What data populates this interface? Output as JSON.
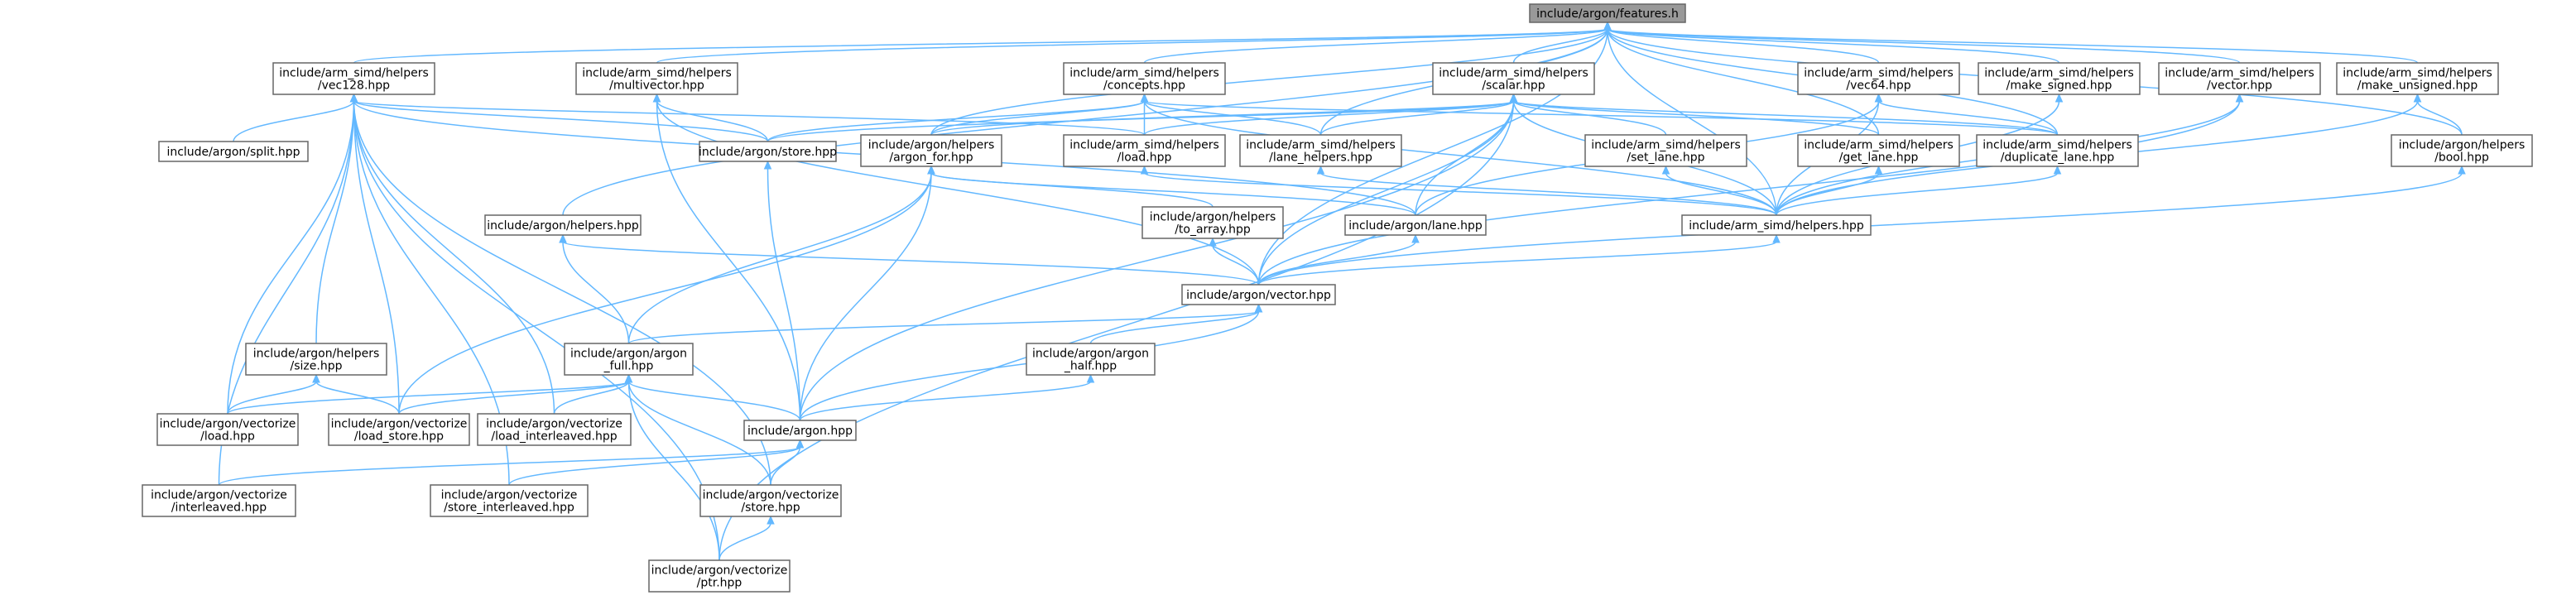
{
  "colors": {
    "edge": "#63b8ff",
    "root_fill": "#999999",
    "node_border": "#666666",
    "node_fill": "#ffffff"
  },
  "nodes": [
    {
      "id": "features",
      "lines": [
        "include/argon/features.h"
      ],
      "root": true
    },
    {
      "id": "vec128",
      "lines": [
        "include/arm_simd/helpers",
        "/vec128.hpp"
      ]
    },
    {
      "id": "multivector",
      "lines": [
        "include/arm_simd/helpers",
        "/multivector.hpp"
      ]
    },
    {
      "id": "concepts",
      "lines": [
        "include/arm_simd/helpers",
        "/concepts.hpp"
      ]
    },
    {
      "id": "scalar",
      "lines": [
        "include/arm_simd/helpers",
        "/scalar.hpp"
      ]
    },
    {
      "id": "vec64",
      "lines": [
        "include/arm_simd/helpers",
        "/vec64.hpp"
      ]
    },
    {
      "id": "make_signed",
      "lines": [
        "include/arm_simd/helpers",
        "/make_signed.hpp"
      ]
    },
    {
      "id": "vector_h",
      "lines": [
        "include/arm_simd/helpers",
        "/vector.hpp"
      ]
    },
    {
      "id": "make_unsigned",
      "lines": [
        "include/arm_simd/helpers",
        "/make_unsigned.hpp"
      ]
    },
    {
      "id": "split",
      "lines": [
        "include/argon/split.hpp"
      ]
    },
    {
      "id": "store",
      "lines": [
        "include/argon/store.hpp"
      ]
    },
    {
      "id": "argon_for",
      "lines": [
        "include/argon/helpers",
        "/argon_for.hpp"
      ]
    },
    {
      "id": "load_h",
      "lines": [
        "include/arm_simd/helpers",
        "/load.hpp"
      ]
    },
    {
      "id": "lane_helpers",
      "lines": [
        "include/arm_simd/helpers",
        "/lane_helpers.hpp"
      ]
    },
    {
      "id": "set_lane",
      "lines": [
        "include/arm_simd/helpers",
        "/set_lane.hpp"
      ]
    },
    {
      "id": "get_lane",
      "lines": [
        "include/arm_simd/helpers",
        "/get_lane.hpp"
      ]
    },
    {
      "id": "duplicate_lane",
      "lines": [
        "include/arm_simd/helpers",
        "/duplicate_lane.hpp"
      ]
    },
    {
      "id": "bool_h",
      "lines": [
        "include/argon/helpers",
        "/bool.hpp"
      ]
    },
    {
      "id": "helpers_hpp",
      "lines": [
        "include/argon/helpers.hpp"
      ]
    },
    {
      "id": "to_array",
      "lines": [
        "include/argon/helpers",
        "/to_array.hpp"
      ]
    },
    {
      "id": "lane",
      "lines": [
        "include/argon/lane.hpp"
      ]
    },
    {
      "id": "arm_helpers",
      "lines": [
        "include/arm_simd/helpers.hpp"
      ]
    },
    {
      "id": "vector_hpp",
      "lines": [
        "include/argon/vector.hpp"
      ]
    },
    {
      "id": "size",
      "lines": [
        "include/argon/helpers",
        "/size.hpp"
      ]
    },
    {
      "id": "argon_full",
      "lines": [
        "include/argon/argon",
        "_full.hpp"
      ]
    },
    {
      "id": "argon_half",
      "lines": [
        "include/argon/argon",
        "_half.hpp"
      ]
    },
    {
      "id": "vz_load",
      "lines": [
        "include/argon/vectorize",
        "/load.hpp"
      ]
    },
    {
      "id": "vz_load_store",
      "lines": [
        "include/argon/vectorize",
        "/load_store.hpp"
      ]
    },
    {
      "id": "vz_load_interleaved",
      "lines": [
        "include/argon/vectorize",
        "/load_interleaved.hpp"
      ]
    },
    {
      "id": "argon_hpp",
      "lines": [
        "include/argon.hpp"
      ]
    },
    {
      "id": "vz_interleaved",
      "lines": [
        "include/argon/vectorize",
        "/interleaved.hpp"
      ]
    },
    {
      "id": "vz_store_interleaved",
      "lines": [
        "include/argon/vectorize",
        "/store_interleaved.hpp"
      ]
    },
    {
      "id": "vz_store",
      "lines": [
        "include/argon/vectorize",
        "/store.hpp"
      ]
    },
    {
      "id": "vz_ptr",
      "lines": [
        "include/argon/vectorize",
        "/ptr.hpp"
      ]
    }
  ],
  "edges": [
    [
      "vec128",
      "features"
    ],
    [
      "multivector",
      "features"
    ],
    [
      "concepts",
      "features"
    ],
    [
      "scalar",
      "features"
    ],
    [
      "vec64",
      "features"
    ],
    [
      "make_signed",
      "features"
    ],
    [
      "vector_h",
      "features"
    ],
    [
      "make_unsigned",
      "features"
    ],
    [
      "argon_for",
      "features"
    ],
    [
      "lane_helpers",
      "features"
    ],
    [
      "get_lane",
      "features"
    ],
    [
      "duplicate_lane",
      "features"
    ],
    [
      "bool_h",
      "features"
    ],
    [
      "helpers_hpp",
      "features"
    ],
    [
      "arm_helpers",
      "features"
    ],
    [
      "vector_hpp",
      "features"
    ],
    [
      "split",
      "vec128"
    ],
    [
      "store",
      "vec128"
    ],
    [
      "load_h",
      "vec128"
    ],
    [
      "lane",
      "vec128"
    ],
    [
      "size",
      "vec128"
    ],
    [
      "vz_load",
      "vec128"
    ],
    [
      "vz_load_store",
      "vec128"
    ],
    [
      "vz_load_interleaved",
      "vec128"
    ],
    [
      "vz_interleaved",
      "vec128"
    ],
    [
      "vz_store_interleaved",
      "vec128"
    ],
    [
      "vz_store",
      "vec128"
    ],
    [
      "vz_ptr",
      "vec128"
    ],
    [
      "store",
      "multivector"
    ],
    [
      "vector_hpp",
      "multivector"
    ],
    [
      "argon_hpp",
      "multivector"
    ],
    [
      "store",
      "concepts"
    ],
    [
      "argon_for",
      "concepts"
    ],
    [
      "load_h",
      "concepts"
    ],
    [
      "lane_helpers",
      "concepts"
    ],
    [
      "duplicate_lane",
      "concepts"
    ],
    [
      "arm_helpers",
      "concepts"
    ],
    [
      "argon_for",
      "scalar"
    ],
    [
      "load_h",
      "scalar"
    ],
    [
      "lane_helpers",
      "scalar"
    ],
    [
      "set_lane",
      "scalar"
    ],
    [
      "get_lane",
      "scalar"
    ],
    [
      "duplicate_lane",
      "scalar"
    ],
    [
      "arm_helpers",
      "scalar"
    ],
    [
      "lane",
      "scalar"
    ],
    [
      "vector_hpp",
      "scalar"
    ],
    [
      "argon_hpp",
      "scalar"
    ],
    [
      "vz_ptr",
      "scalar"
    ],
    [
      "store",
      "scalar"
    ],
    [
      "duplicate_lane",
      "vec64"
    ],
    [
      "arm_helpers",
      "vec64"
    ],
    [
      "lane",
      "vec64"
    ],
    [
      "arm_helpers",
      "make_signed"
    ],
    [
      "arm_helpers",
      "vector_h"
    ],
    [
      "vector_hpp",
      "vector_h"
    ],
    [
      "bool_h",
      "make_unsigned"
    ],
    [
      "arm_helpers",
      "make_unsigned"
    ],
    [
      "arm_helpers",
      "load_h"
    ],
    [
      "arm_helpers",
      "lane_helpers"
    ],
    [
      "arm_helpers",
      "set_lane"
    ],
    [
      "arm_helpers",
      "get_lane"
    ],
    [
      "arm_helpers",
      "duplicate_lane"
    ],
    [
      "to_array",
      "argon_for"
    ],
    [
      "lane",
      "argon_for"
    ],
    [
      "argon_full",
      "argon_for"
    ],
    [
      "argon_hpp",
      "argon_for"
    ],
    [
      "vz_load_store",
      "argon_for"
    ],
    [
      "argon_hpp",
      "store"
    ],
    [
      "vector_hpp",
      "bool_h"
    ],
    [
      "vector_hpp",
      "helpers_hpp"
    ],
    [
      "argon_full",
      "helpers_hpp"
    ],
    [
      "vector_hpp",
      "to_array"
    ],
    [
      "vector_hpp",
      "lane"
    ],
    [
      "vector_hpp",
      "arm_helpers"
    ],
    [
      "argon_full",
      "vector_hpp"
    ],
    [
      "argon_half",
      "vector_hpp"
    ],
    [
      "argon_hpp",
      "vector_hpp"
    ],
    [
      "vz_load",
      "size"
    ],
    [
      "vz_load_store",
      "size"
    ],
    [
      "vz_load",
      "argon_full"
    ],
    [
      "vz_load_store",
      "argon_full"
    ],
    [
      "vz_load_interleaved",
      "argon_full"
    ],
    [
      "argon_hpp",
      "argon_full"
    ],
    [
      "vz_store",
      "argon_full"
    ],
    [
      "vz_ptr",
      "argon_full"
    ],
    [
      "argon_hpp",
      "argon_half"
    ],
    [
      "vz_interleaved",
      "argon_hpp"
    ],
    [
      "vz_store_interleaved",
      "argon_hpp"
    ],
    [
      "vz_store",
      "argon_hpp"
    ],
    [
      "vz_ptr",
      "vz_store"
    ]
  ]
}
